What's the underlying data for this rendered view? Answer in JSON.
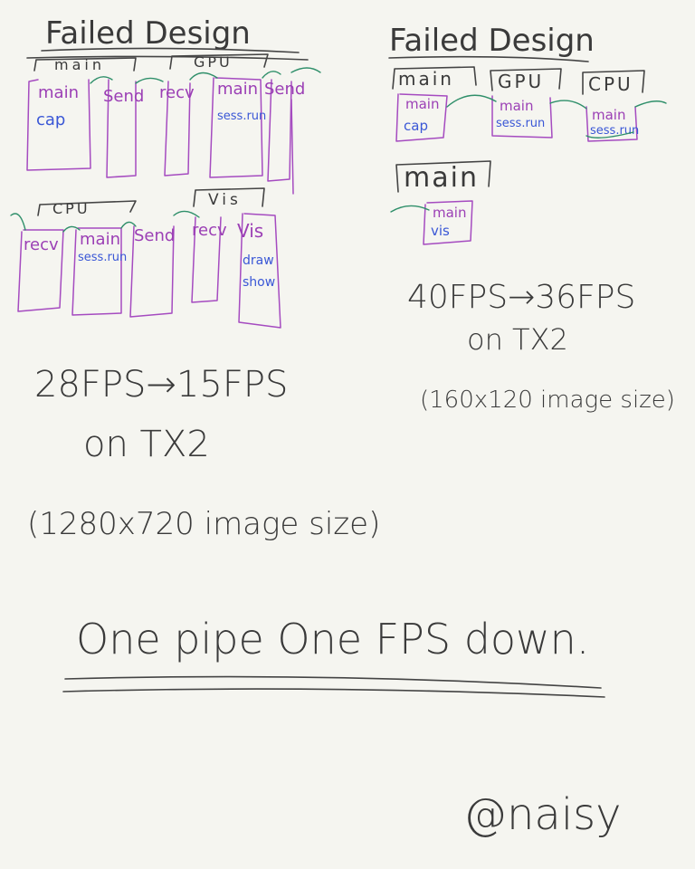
{
  "left_design": {
    "title": "Failed Design",
    "top_groups": [
      {
        "label": "main",
        "cells": [
          [
            "main",
            "cap"
          ]
        ]
      },
      {
        "label": "GPU",
        "cells": [
          [
            "Send"
          ],
          [
            "recv"
          ],
          [
            "main",
            "sess.run"
          ],
          [
            "Send"
          ]
        ]
      }
    ],
    "bottom_groups": [
      {
        "label": "CPU",
        "cells": [
          [
            "recv"
          ],
          [
            "main",
            "sess.run"
          ],
          [
            "Send"
          ]
        ]
      },
      {
        "label": "Vis",
        "cells": [
          [
            "recv"
          ],
          [
            "Vis",
            "draw",
            "show"
          ]
        ]
      }
    ],
    "fps": "28FPS→15FPS",
    "platform": "on TX2",
    "image_size": "(1280x720 image size)"
  },
  "right_design": {
    "title": "Failed Design",
    "groups": [
      {
        "label": "main",
        "cell": [
          "main",
          "cap"
        ]
      },
      {
        "label": "GPU",
        "cell": [
          "main",
          "sess.run"
        ]
      },
      {
        "label": "CPU",
        "cell": [
          "main",
          "sess.run"
        ]
      }
    ],
    "vis_group": {
      "label": "main",
      "cell": [
        "main",
        "vis"
      ]
    },
    "fps": "40FPS→36FPS",
    "platform": "on TX2",
    "image_size": "(160x120 image size)"
  },
  "conclusion": "One pipe One FPS down.",
  "signature": "@naisy",
  "colors": {
    "background": "#f5f5f0",
    "ink": "#3a3a3a",
    "thread_box": "#a54bc0",
    "cell_text_blue": "#3a57d6",
    "connector": "#2f8f6a"
  }
}
